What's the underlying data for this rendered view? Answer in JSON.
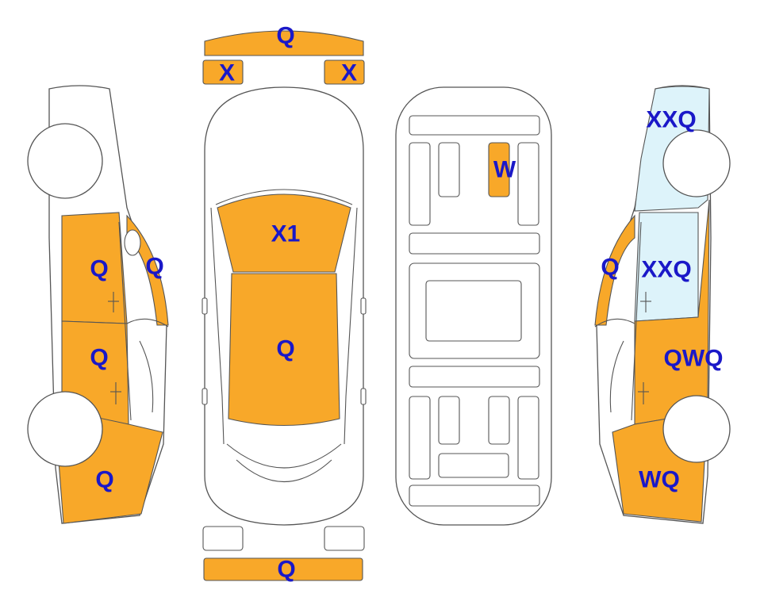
{
  "colors": {
    "damaged": "#F8A829",
    "replaced": "#DDF3FA",
    "label": "#1A18C8",
    "outline": "#555555"
  },
  "labels": {
    "front_bumper": "Q",
    "front_left_light": "X",
    "front_right_light": "X",
    "hood": "X1",
    "roof": "Q",
    "rear_bumper": "Q",
    "left_front_door": "Q",
    "left_a_pillar": "Q",
    "left_rear_door": "Q",
    "left_rear_quarter": "Q",
    "underbody_panel": "W",
    "right_front_fender": "XXQ",
    "right_front_door": "XXQ",
    "right_a_pillar": "Q",
    "right_rear_door": "QWQ",
    "right_rear_quarter": "WQ"
  }
}
